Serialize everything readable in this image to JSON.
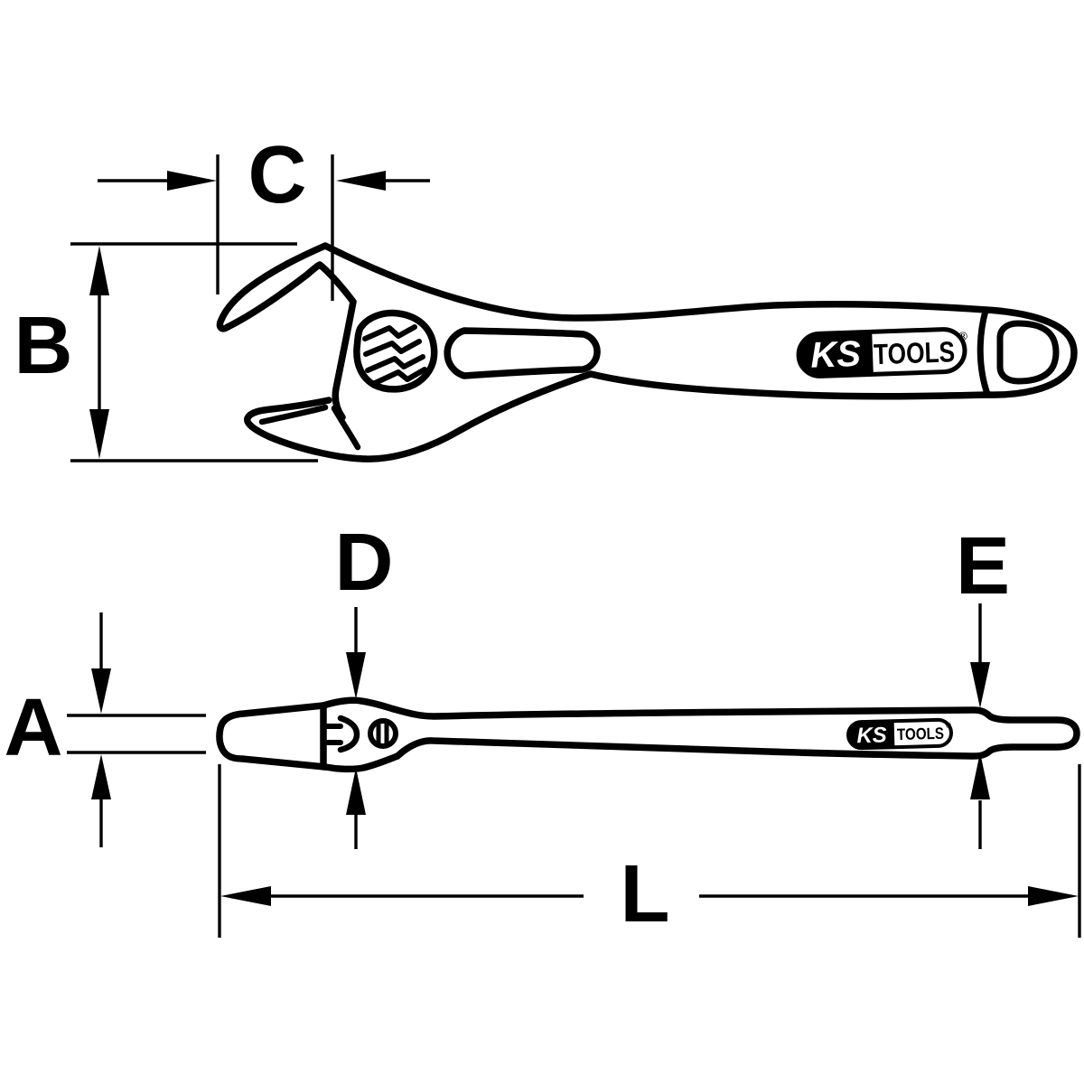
{
  "drawing": {
    "type": "technical line drawing",
    "subject": "adjustable wrench (monkey wrench), top view and side view with dimension callouts",
    "background": "#ffffff",
    "line_color": "#000000"
  },
  "dimensions": {
    "jaw_thickness": "A",
    "head_height": "B",
    "jaw_opening": "C",
    "head_thickness": "D",
    "handle_thickness": "E",
    "overall_length": "L"
  },
  "logo": {
    "ks": "KS",
    "tools": "TOOLS",
    "registered": "®"
  }
}
